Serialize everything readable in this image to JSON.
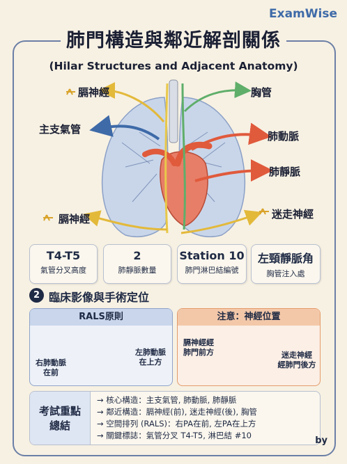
{
  "brand": "ExamWise",
  "title": "肺門構造與鄰近解剖關係",
  "subtitle": "(Hilar Structures and Adjacent Anatomy)",
  "labels": {
    "phrenic_top": "膈神經",
    "trachea": "主支氣管",
    "phrenic_bottom": "膈神經",
    "thoracic_duct": "胸管",
    "pulm_artery": "肺動脈",
    "pulm_vein": "肺靜脈",
    "vagus": "迷走神經"
  },
  "cards": [
    {
      "big": "T4-T5",
      "small": "氣管分叉高度"
    },
    {
      "big": "2",
      "small": "肺靜脈數量"
    },
    {
      "big": "Station 10",
      "small": "肺門淋巴結編號"
    },
    {
      "big": "左頸靜脈角",
      "small": "胸管注入處"
    }
  ],
  "section": {
    "number": "2",
    "title": "臨床影像與手術定位"
  },
  "left_panel": {
    "header": "RALS原則",
    "left_label_1": "右肺動脈",
    "left_label_2": "在前",
    "right_label_1": "左肺動脈",
    "right_label_2": "在上方"
  },
  "right_panel": {
    "header": "注意：神經位置",
    "left_label_1": "膈神經經",
    "left_label_2": "肺門前方",
    "right_label_1": "迷走神經",
    "right_label_2": "經肺門後方"
  },
  "summary": {
    "box_1": "考試重點",
    "box_2": "總結",
    "lines": [
      "→ 核心構造：主支氣管, 肺動脈, 肺靜脈",
      "→ 鄰近構造：膈神經(前), 迷走神經(後), 胸管",
      "→ 空間排列 (RALS)：右PA在前, 左PA在上方",
      "→ 關鍵標誌：氣管分叉 T4-T5, 淋巴結 #10"
    ]
  },
  "byline": "by",
  "colors": {
    "accent": "#3e6aa8",
    "artery": "#e05a3c",
    "nerve": "#e8c84a",
    "duct": "#5fae6a",
    "lung": "#c9d6ea"
  }
}
